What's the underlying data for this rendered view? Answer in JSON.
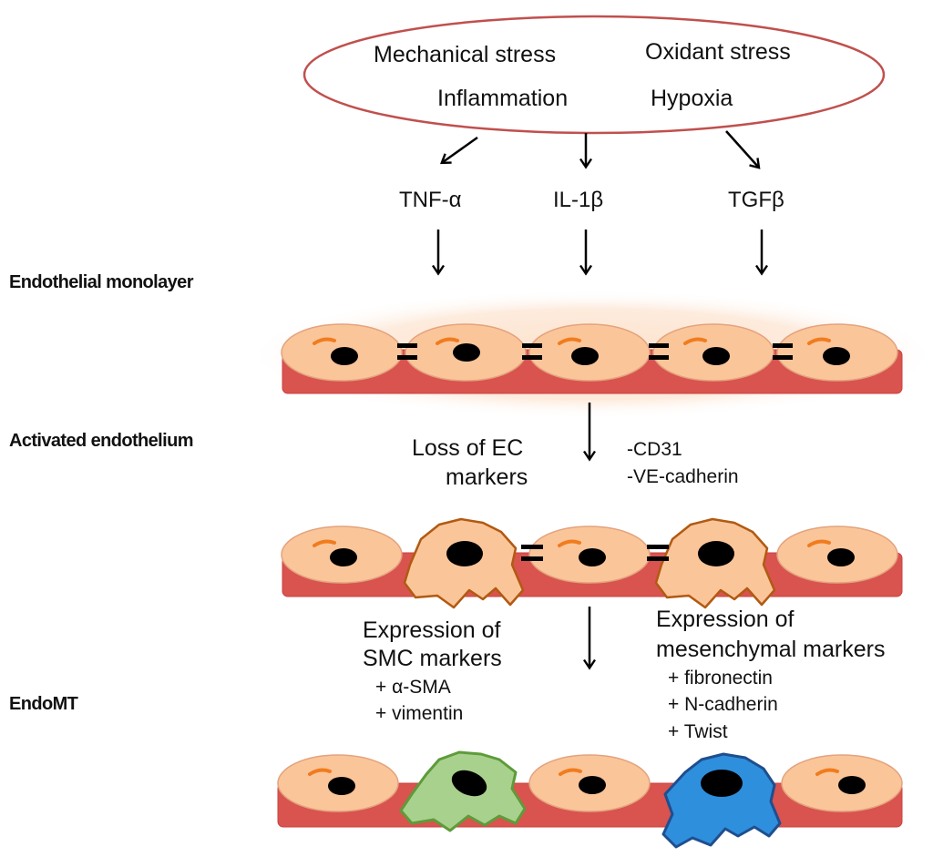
{
  "stimuli": [
    "Mechanical stress",
    "Oxidant stress",
    "Inflammation",
    "Hypoxia"
  ],
  "cytokines": [
    "TNF-α",
    "IL-1β",
    "TGFβ"
  ],
  "stages": [
    "Endothelial monolayer",
    "Activated endothelium",
    "EndoMT"
  ],
  "loss": {
    "line1": "Loss of EC",
    "line2": "markers",
    "markers": [
      "-CD31",
      "-VE-cadherin"
    ]
  },
  "smc": {
    "line1": "Expression of",
    "line2": "SMC markers",
    "markers": [
      "+ α-SMA",
      "+ vimentin"
    ]
  },
  "mesenchymal": {
    "line1": "Expression of",
    "line2": "mesenchymal markers",
    "markers": [
      "+ fibronectin",
      "+ N-cadherin",
      "+ Twist"
    ]
  },
  "colors": {
    "oval_stroke": "#c0504d",
    "cell_fill": "#fbc59a",
    "cell_stroke": "#e3a37e",
    "layer_fill": "#d9534f",
    "nucleus": "#000000",
    "organelle": "#f07c1e",
    "activated_stroke": "#b15a12",
    "smc_fill": "#a9d18e",
    "smc_stroke": "#5e9b3a",
    "mesenchymal_fill": "#2e8fdd",
    "mesenchymal_stroke": "#1f4e8f",
    "glow": "#fde2cc"
  },
  "icons": {
    "arrow": "down-arrow-icon",
    "junction": "cell-junction-icon"
  }
}
